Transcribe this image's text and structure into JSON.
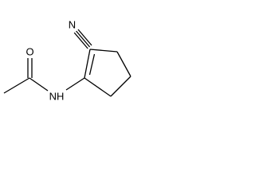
{
  "molecule": {
    "atoms": {
      "nitrile_n": "N",
      "carbonyl_o": "O",
      "amide_nh": "NH"
    }
  },
  "colors": {
    "bond": "#000000",
    "label": "#000000",
    "background": "#ffffff"
  }
}
